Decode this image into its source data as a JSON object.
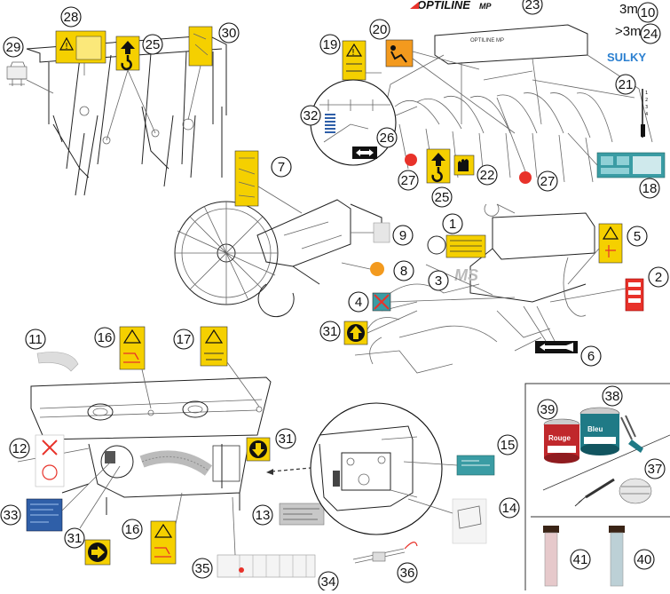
{
  "brand": {
    "logo_text": "OPTILINE",
    "logo_suffix": "MP",
    "sulky_text": "SULKY",
    "ms_text": "MS",
    "machine_label": "OPTILINE MP",
    "rouge": "Rouge",
    "bleu": "Bleu"
  },
  "callouts": [
    "1",
    "2",
    "3",
    "4",
    "5",
    "6",
    "7",
    "8",
    "9",
    "10",
    "11",
    "12",
    "13",
    "14",
    "15",
    "16",
    "16",
    "17",
    "18",
    "19",
    "20",
    "21",
    "22",
    "23",
    "24",
    "25",
    "25",
    "26",
    "27",
    "27",
    "28",
    "29",
    "30",
    "31",
    "31",
    "31",
    "32",
    "33",
    "34",
    "35",
    "36",
    "37",
    "38",
    "39",
    "40",
    "41"
  ],
  "text_labels": {
    "three_m": "3m",
    "more_three_m": ">3m"
  },
  "colors": {
    "warning_yellow": "#f5d000",
    "red_dot": "#e8322a",
    "orange_dot": "#f39a1e",
    "teal_panel": "#3a9ca4",
    "blue_panel": "#2f5fa8",
    "lift_icon": "#111111"
  },
  "icons": [
    "warning-triangle-icon",
    "lifting-hook-icon",
    "arrow-up-icon",
    "arrow-down-icon",
    "arrow-right-icon",
    "double-arrow-icon",
    "gloves-icon",
    "no-step-icon",
    "paint-can-icon",
    "spray-can-icon"
  ]
}
